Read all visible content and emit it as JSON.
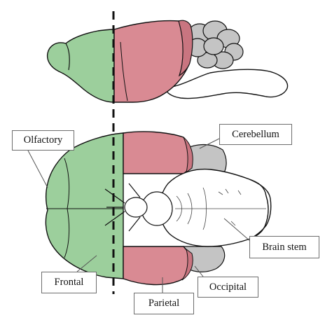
{
  "labels": {
    "olfactory": "Olfactory",
    "cerebellum": "Cerebellum",
    "brain_stem": "Brain stem",
    "frontal": "Frontal",
    "occipital": "Occipital",
    "parietal": "Parietal"
  },
  "regions": {
    "frontal_color": "#9ccf9c",
    "parietal_color": "#d98a93",
    "occipital_color": "#c97580",
    "cerebellum_color": "#c6c6c6",
    "brain_stem_color": "#ffffff",
    "outline_color": "#111111"
  }
}
